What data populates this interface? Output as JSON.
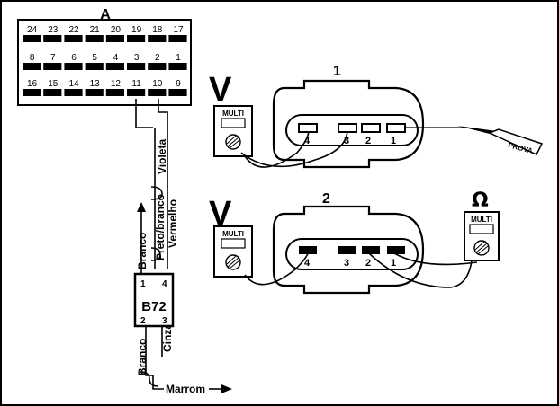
{
  "connector_a": {
    "label": "A",
    "row1": [
      "24",
      "23",
      "22",
      "21",
      "20",
      "19",
      "18",
      "17"
    ],
    "row2": [
      "8",
      "7",
      "6",
      "5",
      "4",
      "3",
      "2",
      "1"
    ],
    "row3": [
      "16",
      "15",
      "14",
      "13",
      "12",
      "11",
      "10",
      "9"
    ]
  },
  "wires": {
    "violeta": "Violeta",
    "preto_branco": "Preto/branco",
    "vermelho": "Vermelho",
    "branco_top": "Branco",
    "cinza": "Cinza",
    "branco_bottom": "Branco",
    "marrom": "Marrom"
  },
  "module": {
    "label": "B72",
    "pins": {
      "p1": "1",
      "p4": "4",
      "p2": "2",
      "p3": "3"
    }
  },
  "diagram1": {
    "number": "1",
    "voltmeter_symbol": "V",
    "meter_label": "MULTI",
    "pins": [
      "4",
      "3",
      "2",
      "1"
    ],
    "probe_label": "PROVA"
  },
  "diagram2": {
    "number": "2",
    "voltmeter_symbol": "V",
    "ohm_symbol": "Ω",
    "meter_label_left": "MULTI",
    "meter_label_right": "MULTI",
    "pins": [
      "4",
      "3",
      "2",
      "1"
    ]
  }
}
